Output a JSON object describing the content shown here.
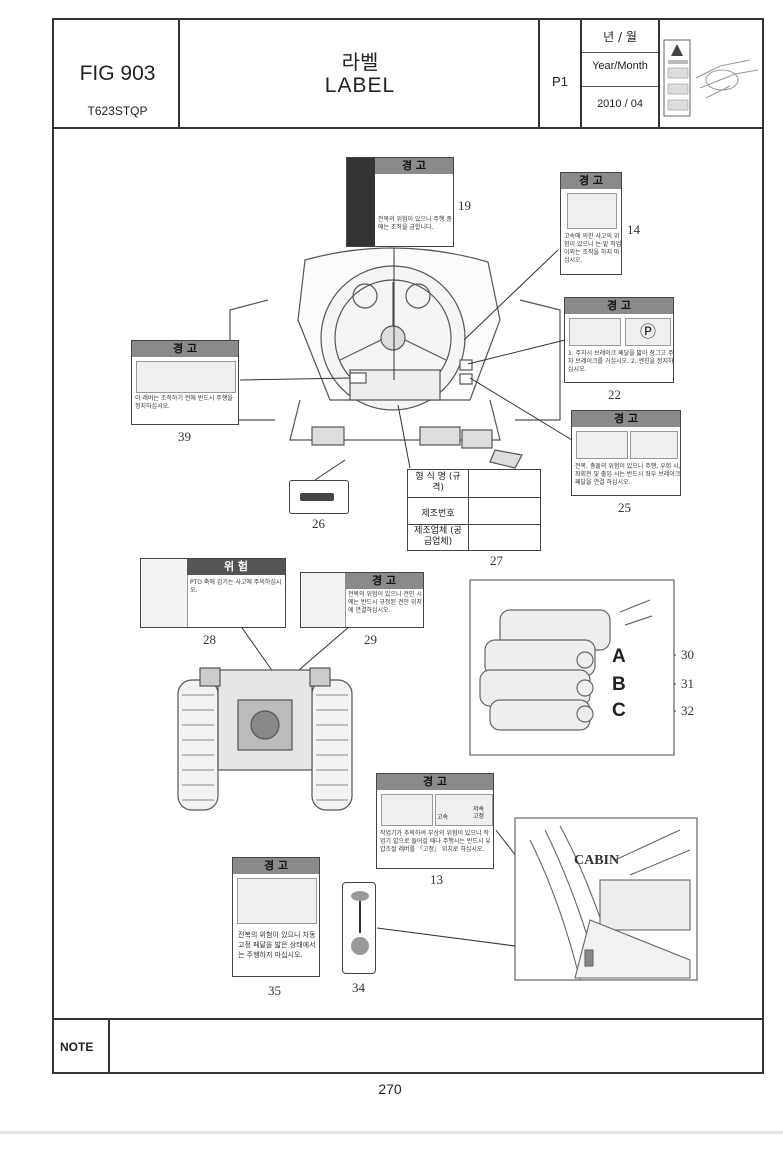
{
  "header": {
    "fig_title": "FIG 903",
    "model_code": "T623STQP",
    "title_ko": "라벨",
    "title_en": "LABEL",
    "page": "P1",
    "year_month_ko": "년 / 월",
    "year_month_en": "Year/Month",
    "year_month_value": "2010 / 04"
  },
  "callouts": {
    "n19": "19",
    "n14": "14",
    "n39": "39",
    "n22": "22",
    "n26": "26",
    "n25": "25",
    "n27": "27",
    "n28": "28",
    "n29": "29",
    "n30": "30",
    "n31": "31",
    "n32": "32",
    "n13": "13",
    "n35": "35",
    "n34": "34"
  },
  "valve_letters": {
    "a": "A",
    "b": "B",
    "c": "C"
  },
  "labels": {
    "warning": "경 고",
    "danger": "위 험",
    "l19_text": "전복의 위험이 있으니 주행 중에는 조작을 금합니다.",
    "l14_text": "고속에 의한 사고의 위험이 있으니 논·밭 작업 이외는 조작을 하지 마십시오.",
    "l39_text": "이 레버는 조작하기 전에 반드시 주행을 정지하십시오.",
    "l22_text": "1. 주차시 브레이크 페달을 밟아 잠그고 주차 브레이크를 거십시오. 2. 엔진을 정지하십시오.",
    "l25_text": "전복, 충돌의 위험이 있으니 주행, 우회 시, 좌회전 및 출입 시는 반드시 좌우 브레이크 페달을 연결 하십시오.",
    "l28_text": "PTO 축에 감기는 사고에 주의하십시오.",
    "l29_text": "전복의 위험이 있으니 견인 시에는 반드시 규정된 견인 위치에 연결하십시오.",
    "l13_text": "작업기가 추락하여 부상의 위험이 있으니 작업기 밑으로 들어갈 때나 주행시는 반드시 유압조절 레버를 「고정」 위치로 하십시오.",
    "l13_left": "고속",
    "l13_right": "저속 고정",
    "l35_text": "전복의 위험이 있으니 차동고정 페달을 밟은 상태에서는 주행하지 마십시오."
  },
  "spec_table": {
    "row1": "형 식 명 (규 격)",
    "row2": "제조번호",
    "row3": "제조업체 (공급업체)"
  },
  "cabin_label": "CABIN",
  "note_label": "NOTE",
  "page_number": "270"
}
